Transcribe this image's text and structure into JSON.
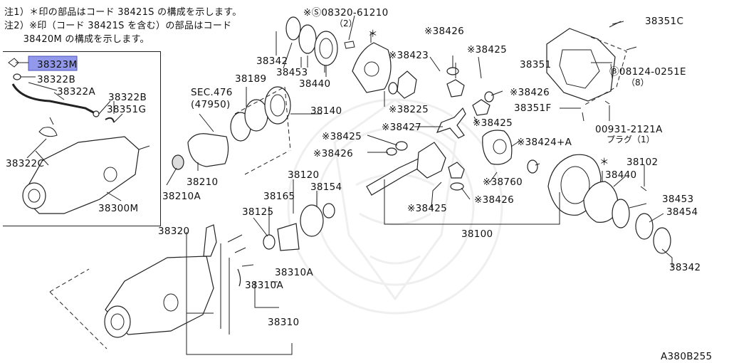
{
  "notes": [
    "注1）＊印の部品はコード 38421S の構成を示します。",
    "注2）※印（コード 38421S を含む）の部品はコード",
    "　　38420M の構成を示します。"
  ],
  "labels": {
    "p38323M": "38323M",
    "p38322B": "38322B",
    "p38322A": "38322A",
    "p38322B2": "38322B",
    "p38351G": "38351G",
    "p38322C": "38322C",
    "p38300M": "38300M",
    "pS08320": "※Ⓢ08320-61210",
    "pS08320q": "（2）",
    "pAst1": "＊",
    "p38342a": "38342",
    "p38453a": "38453",
    "p38440a": "38440",
    "p38189": "38189",
    "pSEC476": "SEC.476",
    "pSEC47950": "(47950)",
    "p38140": "38140",
    "p38210": "38210",
    "p38210A": "38210A",
    "p38426a": "※38426",
    "p38423": "※38423",
    "p38425a": "※38425",
    "p38225": "※38225",
    "p38426b": "※38426",
    "p38427": "※38427",
    "p38425b": "※38425",
    "p38425c": "※38425",
    "p38426c": "※38426",
    "p38760": "※38760",
    "p38424": "※38424+A",
    "p38425d": "※38425",
    "p38426d": "※38426",
    "p38120": "38120",
    "p38165": "38165",
    "p38154": "38154",
    "p38125": "38125",
    "p38100": "38100",
    "p38351C": "38351C",
    "p38351": "38351",
    "pB08124": "Ⓑ08124-0251E",
    "pB08124q": "（8）",
    "p38351F": "38351F",
    "p00931": "00931-2121A",
    "pPlug": "プラグ（1）",
    "pAst2": "＊",
    "p38102": "38102",
    "p38440b": "38440",
    "p38453b": "38453",
    "p38454": "38454",
    "p38342b": "38342",
    "p38320": "38320",
    "p38310A1": "38310A",
    "p38310A2": "38310A",
    "p38310": "38310",
    "code": "A380B255"
  },
  "colors": {
    "line": "#222222",
    "highlight": "#7f86e6",
    "watermark": "#efefef"
  }
}
